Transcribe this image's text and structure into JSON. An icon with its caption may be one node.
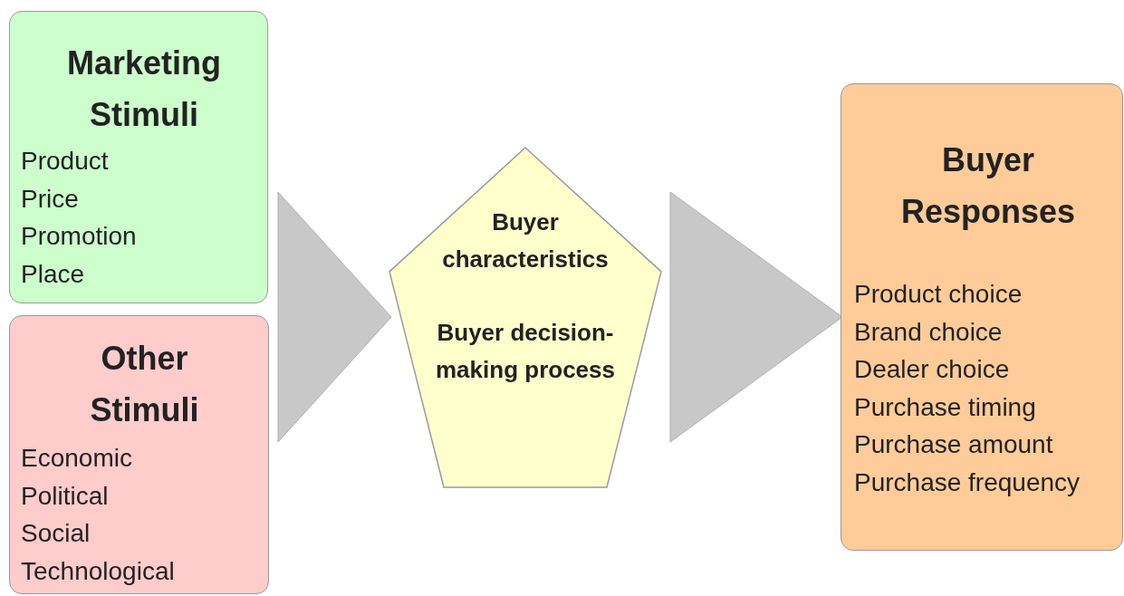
{
  "diagram": {
    "nodes": [
      {
        "text": [
          "Marketing Stimuli",
          "Product",
          "Price",
          "Promotion",
          "Place"
        ]
      },
      {
        "text": [
          "Other Stimuli",
          "Economic",
          "Political",
          "Social",
          "Technological"
        ]
      },
      {
        "text": [
          "Buyer characteristics",
          "Buyer decision-making process"
        ]
      },
      {
        "text": [
          "Buyer Responses",
          "Product choice",
          "Brand choice",
          "Dealer choice",
          "Purchase timing",
          "Purchase amount",
          "Purchase frequency"
        ]
      }
    ],
    "edges": [
      {
        "from": 0,
        "to": 2,
        "arrow": "to"
      },
      {
        "from": 1,
        "to": 2,
        "arrow": "to"
      },
      {
        "from": 2,
        "to": 3,
        "arrow": "to"
      }
    ]
  }
}
